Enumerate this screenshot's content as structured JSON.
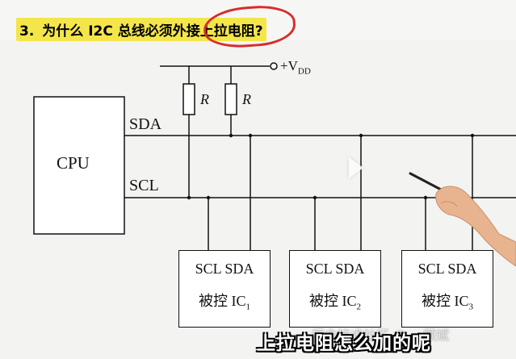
{
  "header": {
    "number": "3.",
    "question": "为什么 I2C 总线必须外接上拉电阻?",
    "highlight_color": "#f4e64a",
    "circle_color": "#d92b2b"
  },
  "diagram": {
    "cpu_label": "CPU",
    "sda_label": "SDA",
    "scl_label": "SCL",
    "vdd_label": "+V",
    "vdd_sub": "DD",
    "resistor_labels": [
      "R",
      "R"
    ],
    "slaves": [
      {
        "pins": "SCL SDA",
        "name": "被控 IC",
        "sub": "1"
      },
      {
        "pins": "SCL SDA",
        "name": "被控 IC",
        "sub": "2"
      },
      {
        "pins": "SCL SDA",
        "name": "被控 IC",
        "sub": "3"
      }
    ]
  },
  "subtitle": "上拉电阻怎么加的呢",
  "watermark": "掘金技术社区 @ 一颗斌"
}
